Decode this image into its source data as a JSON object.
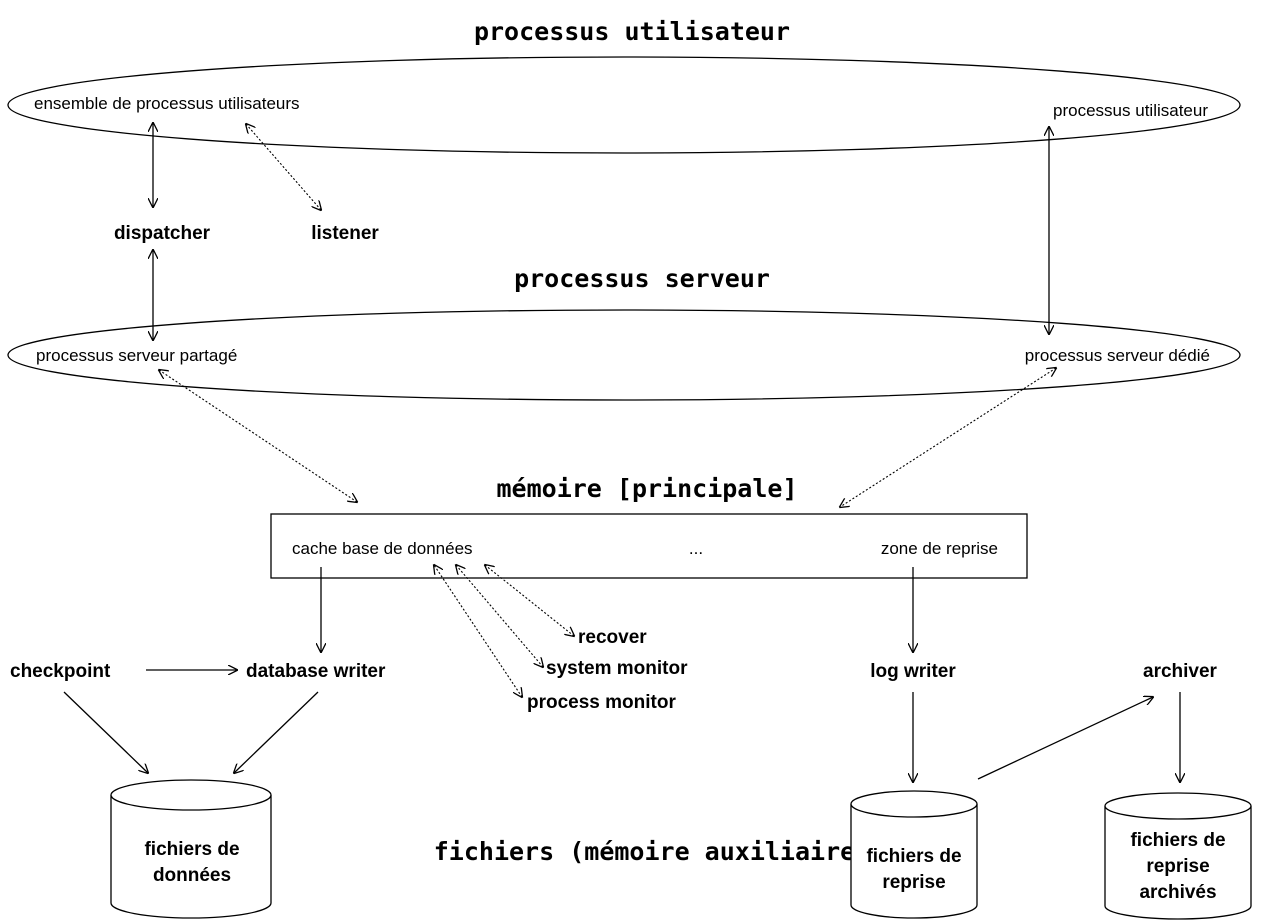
{
  "titles": {
    "user_processes": "processus utilisateur",
    "server_processes": "processus serveur",
    "main_memory": "mémoire [principale]",
    "files": "fichiers (mémoire auxiliaire)"
  },
  "user_zone": {
    "left_label": "ensemble de processus utilisateurs",
    "right_label": "processus utilisateur"
  },
  "server_zone": {
    "left_label": "processus serveur partagé",
    "right_label": "processus serveur dédié"
  },
  "memory": {
    "left_label": "cache base de données",
    "ellipsis": "...",
    "right_label": "zone de reprise"
  },
  "processes": {
    "dispatcher": "dispatcher",
    "listener": "listener",
    "checkpoint": "checkpoint",
    "database_writer": "database writer",
    "recover": "recover",
    "system_monitor": "system monitor",
    "process_monitor": "process monitor",
    "log_writer": "log writer",
    "archiver": "archiver"
  },
  "stores": {
    "data_files": [
      "fichiers de",
      "données"
    ],
    "redo_files": [
      "fichiers de",
      "reprise"
    ],
    "archived_files": [
      "fichiers de",
      "reprise",
      "archivés"
    ]
  }
}
